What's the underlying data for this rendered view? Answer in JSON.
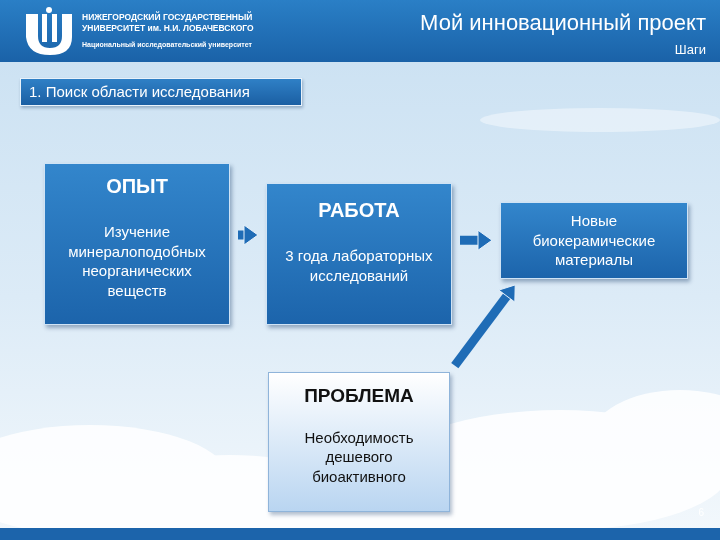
{
  "diagram": {
    "title": "Мой инновационный проект",
    "nodes": [
      {
        "text": [
          "1. Поиск области исследования"
        ]
      },
      {
        "text": [
          "ОПЫТ",
          "Изучение минералоподобных неорганических веществ"
        ]
      },
      {
        "text": [
          "РАБОТА",
          "3 года лабораторных исследований"
        ]
      },
      {
        "text": [
          "Новые биокерамические материалы"
        ]
      },
      {
        "text": [
          "ПРОБЛЕМА",
          "Необходимость дешевого биоактивного"
        ]
      }
    ],
    "edges": [
      {
        "from": 1,
        "to": 2,
        "arrow": "to"
      },
      {
        "from": 2,
        "to": 3,
        "arrow": "to"
      },
      {
        "from": 4,
        "to": 3,
        "arrow": "to"
      }
    ],
    "labels": [
      "НИЖЕГОРОДСКИЙ ГОСУДАРСТВЕННЫЙ УНИВЕРСИТЕТ им. Н.И. ЛОБАЧЕВСКОГО",
      "Национальный исследовательский университет",
      "Шаги",
      "6"
    ]
  }
}
